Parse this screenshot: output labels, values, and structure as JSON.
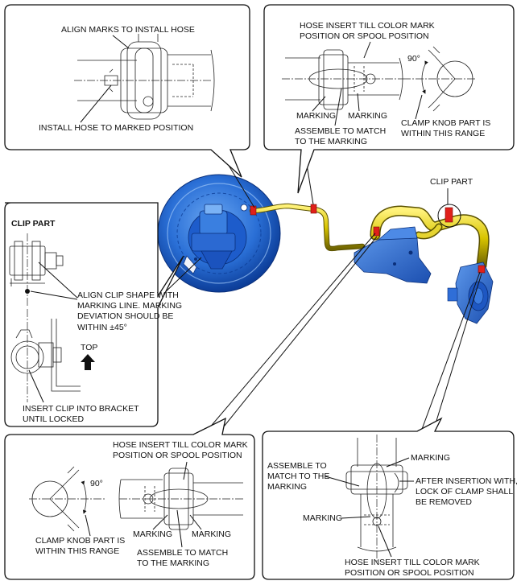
{
  "panels": {
    "top_left": {
      "label_align": "ALIGN MARKS TO INSTALL HOSE",
      "label_install": "INSTALL HOSE TO MARKED POSITION"
    },
    "top_right": {
      "label_insert_line1": "HOSE INSERT TILL COLOR MARK",
      "label_insert_line2": "POSITION OR SPOOL POSITION",
      "label_angle": "90°",
      "label_marking_left": "MARKING",
      "label_marking_right": "MARKING",
      "label_assemble_line1": "ASSEMBLE TO MATCH",
      "label_assemble_line2": "TO THE MARKING",
      "label_knob_line1": "CLAMP KNOB PART IS",
      "label_knob_line2": "WITHIN THIS RANGE"
    },
    "clip_part": {
      "title": "CLIP PART",
      "label_align_line1": "ALIGN CLIP SHAPE WITH",
      "label_align_line2": "MARKING LINE. MARKING",
      "label_align_line3": "DEVIATION SHOULD BE",
      "label_align_line4": "WITHIN ±45°",
      "label_top": "TOP",
      "label_insert_line1": "INSERT CLIP INTO BRACKET",
      "label_insert_line2": "UNTIL LOCKED"
    },
    "bottom_left": {
      "label_insert_line1": "HOSE INSERT TILL COLOR MARK",
      "label_insert_line2": "POSITION OR SPOOL POSITION",
      "label_angle": "90°",
      "label_knob_line1": "CLAMP KNOB PART IS",
      "label_knob_line2": "WITHIN THIS RANGE",
      "label_marking_left": "MARKING",
      "label_marking_right": "MARKING",
      "label_assemble_line1": "ASSEMBLE TO MATCH",
      "label_assemble_line2": "TO THE MARKING"
    },
    "bottom_right": {
      "label_marking_top": "MARKING",
      "label_assemble_line1": "ASSEMBLE TO",
      "label_assemble_line2": "MATCH TO THE",
      "label_assemble_line3": "MARKING",
      "label_after_line1": "AFTER INSERTION WITH,",
      "label_after_line2": "LOCK OF CLAMP SHALL",
      "label_after_line3": "BE REMOVED",
      "label_marking_mid": "MARKING",
      "label_insert_line1": "HOSE INSERT TILL COLOR MARK",
      "label_insert_line2": "POSITION OR SPOOL POSITION"
    }
  },
  "center": {
    "label_clip_part": "CLIP PART"
  },
  "colors": {
    "booster_blue": "#2a6fd6",
    "hose_yellow": "#d8c400",
    "clamp_red": "#e0201a"
  }
}
